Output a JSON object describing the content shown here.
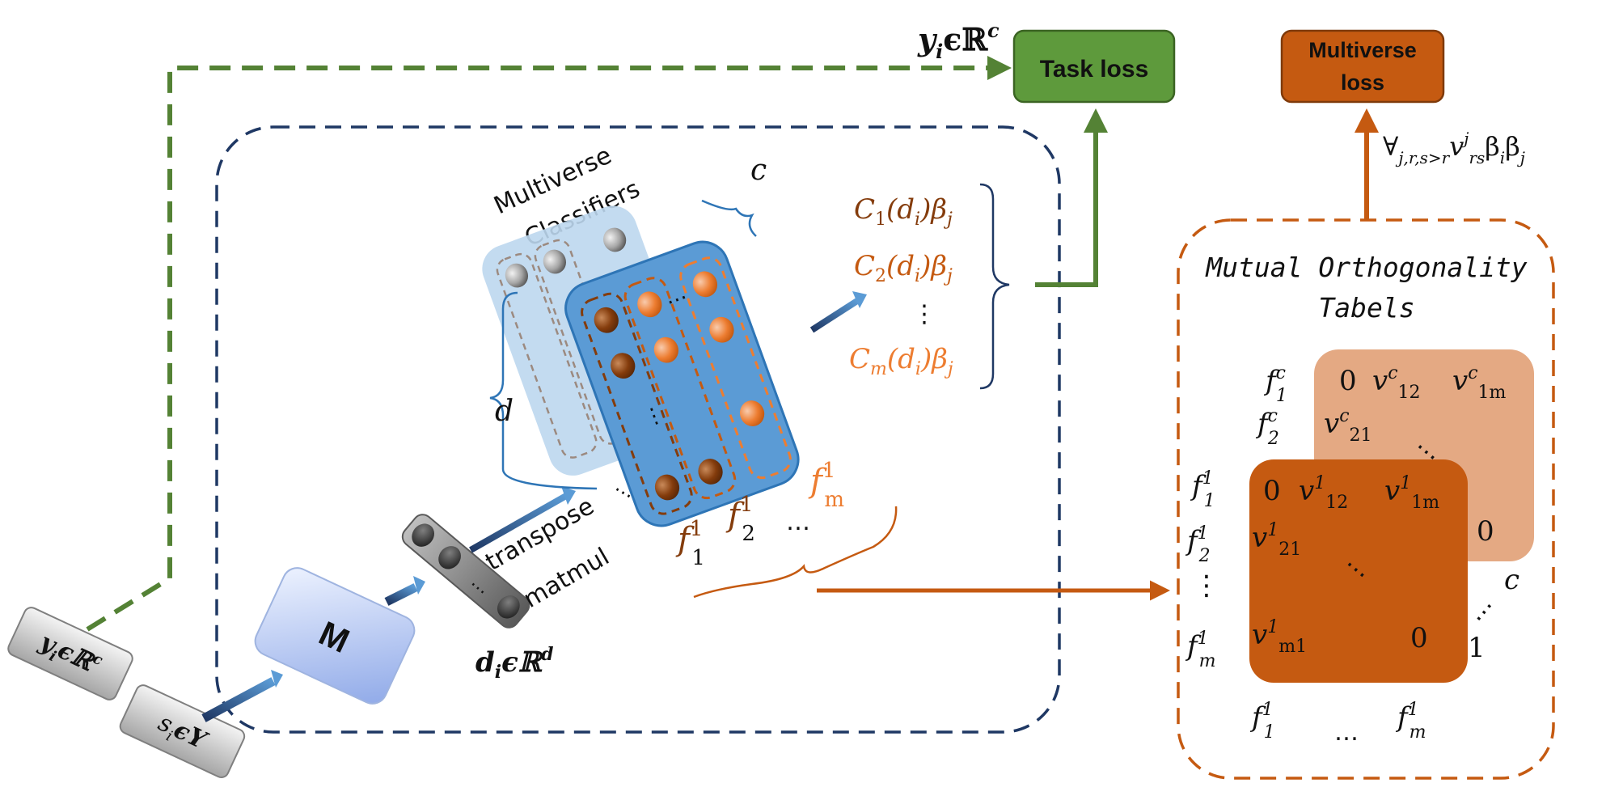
{
  "colors": {
    "green": "#548235",
    "green_box": "#5e9a3c",
    "orange": "#c55a11",
    "orange_light": "#e8a87c",
    "navy": "#1f3864",
    "blue_text": "#1f4e79",
    "brown_text": "#843c0c",
    "classifier_blue": "#5b9bd5",
    "classifier_light": "#bdd7ee"
  },
  "boxes": {
    "task_loss": "Task loss",
    "multiverse_loss_line1": "Multiverse",
    "multiverse_loss_line2": "loss"
  },
  "labels": {
    "y_top_main": "y",
    "y_top_sub": "i",
    "y_top_rest": "ϵℝ",
    "y_top_sup": "c",
    "forall_expr": "∀",
    "forall_sub": "j,r,s>r",
    "forall_v": "v",
    "forall_vsup": "j",
    "forall_vsub": "rs",
    "forall_tail": "β",
    "forall_tail_sub_i": "i",
    "forall_tail_sub_j": "j",
    "multiverse_classifiers_line1": "Multiverse",
    "multiverse_classifiers_line2": "Classifiers",
    "c_dim": "c",
    "d_dim": "d",
    "transpose": "transpose",
    "matmul": "matmul",
    "di_main": "d",
    "di_sub": "i",
    "di_rest": "ϵℝ",
    "di_sup": "d",
    "model_M": "M",
    "yi_input": "y",
    "yi_input_sub": "i",
    "yi_input_rest": "ϵℝ",
    "yi_input_sup": "c",
    "si_input": "s",
    "si_input_sub": "i",
    "si_input_rest": "ϵY",
    "mot_title_line1": "Mutual Orthogonality",
    "mot_title_line2": "Tabels",
    "dots": "…",
    "vdots": "⋮"
  },
  "classifier_outputs": [
    {
      "C": "C",
      "sub": "1",
      "arg": "(d",
      "argsub": "i",
      "close": ")β",
      "bsub": "j"
    },
    {
      "C": "C",
      "sub": "2",
      "arg": "(d",
      "argsub": "i",
      "close": ")β",
      "bsub": "j"
    },
    {
      "C": "C",
      "sub": "m",
      "arg": "(d",
      "argsub": "i",
      "close": ")β",
      "bsub": "j"
    }
  ],
  "feature_labels": [
    {
      "f": "f",
      "sup": "1",
      "sub": "1"
    },
    {
      "f": "f",
      "sup": "1",
      "sub": "2"
    },
    {
      "f": "f",
      "sup": "1",
      "sub": "m"
    }
  ],
  "table_back": {
    "row_labels": [
      {
        "f": "f",
        "sup": "c",
        "sub": "1"
      },
      {
        "f": "f",
        "sup": "c",
        "sub": "2"
      }
    ],
    "cells": [
      {
        "v": "0"
      },
      {
        "v": "v",
        "sup": "c",
        "sub": "12"
      },
      {
        "v": "v",
        "sup": "c",
        "sub": "1m"
      },
      {
        "v": "v",
        "sup": "c",
        "sub": "21"
      },
      {
        "v": "0"
      },
      {
        "v": "1"
      },
      {
        "v": "c"
      }
    ]
  },
  "table_front": {
    "row_labels": [
      {
        "f": "f",
        "sup": "1",
        "sub": "1"
      },
      {
        "f": "f",
        "sup": "1",
        "sub": "2"
      },
      {
        "f": "f",
        "sup": "1",
        "sub": "m"
      }
    ],
    "col_labels": [
      {
        "f": "f",
        "sup": "1",
        "sub": "1"
      },
      {
        "f": "f",
        "sup": "1",
        "sub": "m"
      }
    ],
    "cells": [
      {
        "v": "0"
      },
      {
        "v": "v",
        "sup": "1",
        "sub": "12"
      },
      {
        "v": "v",
        "sup": "1",
        "sub": "1m"
      },
      {
        "v": "v",
        "sup": "1",
        "sub": "21"
      },
      {
        "v": "v",
        "sup": "1",
        "sub": "m1"
      },
      {
        "v": "0"
      }
    ]
  }
}
